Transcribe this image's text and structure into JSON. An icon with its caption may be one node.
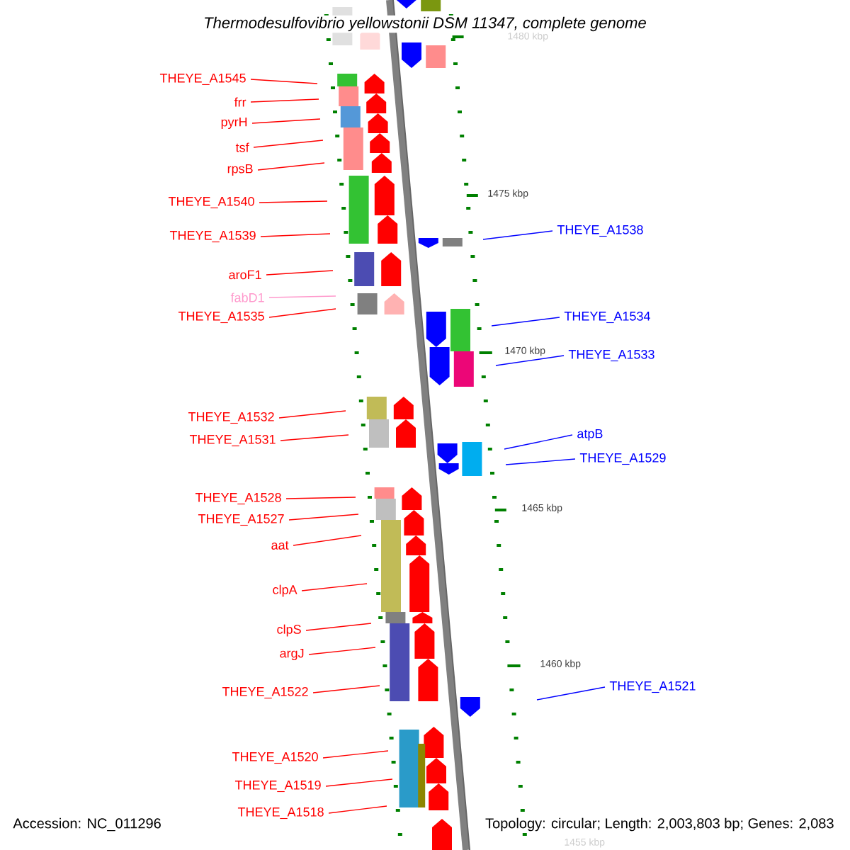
{
  "diagram": {
    "title": "Thermodesulfovibrio yellowstonii DSM 11347, complete genome",
    "nodes": [
      {
        "text": [
          "THEYE_A1545"
        ]
      },
      {
        "text": [
          "frr"
        ]
      },
      {
        "text": [
          "pyrH"
        ]
      },
      {
        "text": [
          "tsf"
        ]
      },
      {
        "text": [
          "rpsB"
        ]
      },
      {
        "text": [
          "THEYE_A1540"
        ]
      },
      {
        "text": [
          "THEYE_A1539"
        ]
      },
      {
        "text": [
          "aroF1"
        ]
      },
      {
        "text": [
          "fabD1"
        ]
      },
      {
        "text": [
          "THEYE_A1535"
        ]
      },
      {
        "text": [
          "THEYE_A1532"
        ]
      },
      {
        "text": [
          "THEYE_A1531"
        ]
      },
      {
        "text": [
          "THEYE_A1528"
        ]
      },
      {
        "text": [
          "THEYE_A1527"
        ]
      },
      {
        "text": [
          "aat"
        ]
      },
      {
        "text": [
          "clpA"
        ]
      },
      {
        "text": [
          "clpS"
        ]
      },
      {
        "text": [
          "argJ"
        ]
      },
      {
        "text": [
          "THEYE_A1522"
        ]
      },
      {
        "text": [
          "THEYE_A1520"
        ]
      },
      {
        "text": [
          "THEYE_A1519"
        ]
      },
      {
        "text": [
          "THEYE_A1518"
        ]
      },
      {
        "text": [
          "THEYE_A1538"
        ]
      },
      {
        "text": [
          "THEYE_A1534"
        ]
      },
      {
        "text": [
          "THEYE_A1533"
        ]
      },
      {
        "text": [
          "atpB"
        ]
      },
      {
        "text": [
          "THEYE_A1529"
        ]
      },
      {
        "text": [
          "THEYE_A1521"
        ]
      }
    ],
    "edges": [
      {
        "from": 0,
        "to": null,
        "arrow": "none"
      },
      {
        "from": 1,
        "to": null,
        "arrow": "none"
      },
      {
        "from": 2,
        "to": null,
        "arrow": "none"
      },
      {
        "from": 3,
        "to": null,
        "arrow": "none"
      },
      {
        "from": 4,
        "to": null,
        "arrow": "none"
      },
      {
        "from": 5,
        "to": null,
        "arrow": "none"
      },
      {
        "from": 6,
        "to": null,
        "arrow": "none"
      },
      {
        "from": 7,
        "to": null,
        "arrow": "none"
      },
      {
        "from": 8,
        "to": null,
        "arrow": "none",
        "color": "#ff99cc"
      },
      {
        "from": 9,
        "to": null,
        "arrow": "none"
      },
      {
        "from": 10,
        "to": null,
        "arrow": "none"
      },
      {
        "from": 11,
        "to": null,
        "arrow": "none"
      },
      {
        "from": 12,
        "to": null,
        "arrow": "none"
      },
      {
        "from": 13,
        "to": null,
        "arrow": "none"
      },
      {
        "from": 14,
        "to": null,
        "arrow": "none"
      },
      {
        "from": 15,
        "to": null,
        "arrow": "none"
      },
      {
        "from": 16,
        "to": null,
        "arrow": "none"
      },
      {
        "from": 17,
        "to": null,
        "arrow": "none"
      },
      {
        "from": 18,
        "to": null,
        "arrow": "none"
      },
      {
        "from": 19,
        "to": null,
        "arrow": "none"
      },
      {
        "from": 20,
        "to": null,
        "arrow": "none"
      },
      {
        "from": 21,
        "to": null,
        "arrow": "none"
      },
      {
        "from": 22,
        "to": null,
        "arrow": "none",
        "color": "#0000ff"
      },
      {
        "from": 23,
        "to": null,
        "arrow": "none",
        "color": "#0000ff"
      },
      {
        "from": 24,
        "to": null,
        "arrow": "none",
        "color": "#0000ff"
      },
      {
        "from": 25,
        "to": null,
        "arrow": "none",
        "color": "#0000ff"
      },
      {
        "from": 26,
        "to": null,
        "arrow": "none",
        "color": "#0000ff"
      },
      {
        "from": 27,
        "to": null,
        "arrow": "none",
        "color": "#0000ff"
      }
    ],
    "labels": [
      "1480 kbp",
      "1475 kbp",
      "1470 kbp",
      "1465 kbp",
      "1460 kbp",
      "1455 kbp",
      "Accession: NC_011296",
      "Topology: circular; Length: 2,003,803 bp; Genes: 2,083"
    ]
  }
}
